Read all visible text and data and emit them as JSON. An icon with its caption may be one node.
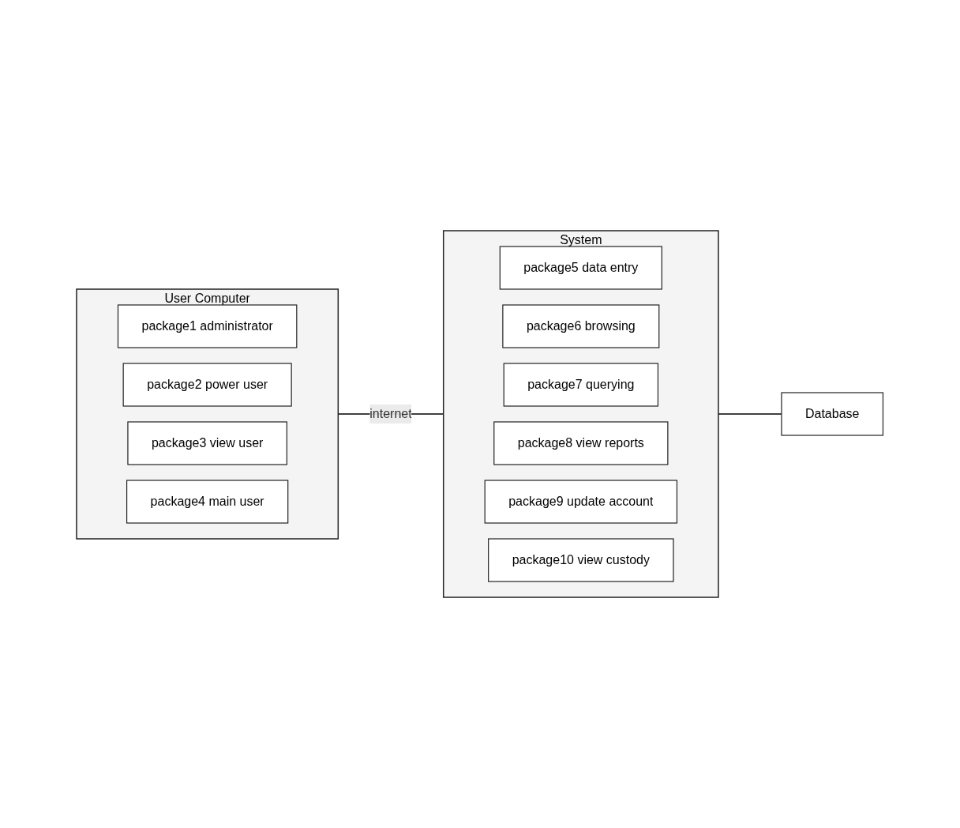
{
  "diagram": {
    "nodes": [
      {
        "text": [
          "User Computer"
        ]
      },
      {
        "text": [
          "package1 administrator"
        ],
        "in": 0
      },
      {
        "text": [
          "package2 power user"
        ],
        "in": 0
      },
      {
        "text": [
          "package3 view user"
        ],
        "in": 0
      },
      {
        "text": [
          "package4 main user"
        ],
        "in": 0
      },
      {
        "text": [
          "System"
        ]
      },
      {
        "text": [
          "package5 data entry"
        ],
        "in": 5
      },
      {
        "text": [
          "package6 browsing"
        ],
        "in": 5
      },
      {
        "text": [
          "package7 querying"
        ],
        "in": 5
      },
      {
        "text": [
          "package8 view reports"
        ],
        "in": 5
      },
      {
        "text": [
          "package9 update account"
        ],
        "in": 5
      },
      {
        "text": [
          "package10 view custody"
        ],
        "in": 5
      },
      {
        "text": [
          "Database"
        ]
      }
    ],
    "edges": [
      {
        "from": 0,
        "to": 5,
        "arrow": "none",
        "label": "internet"
      },
      {
        "from": 5,
        "to": 12,
        "arrow": "none"
      }
    ]
  }
}
